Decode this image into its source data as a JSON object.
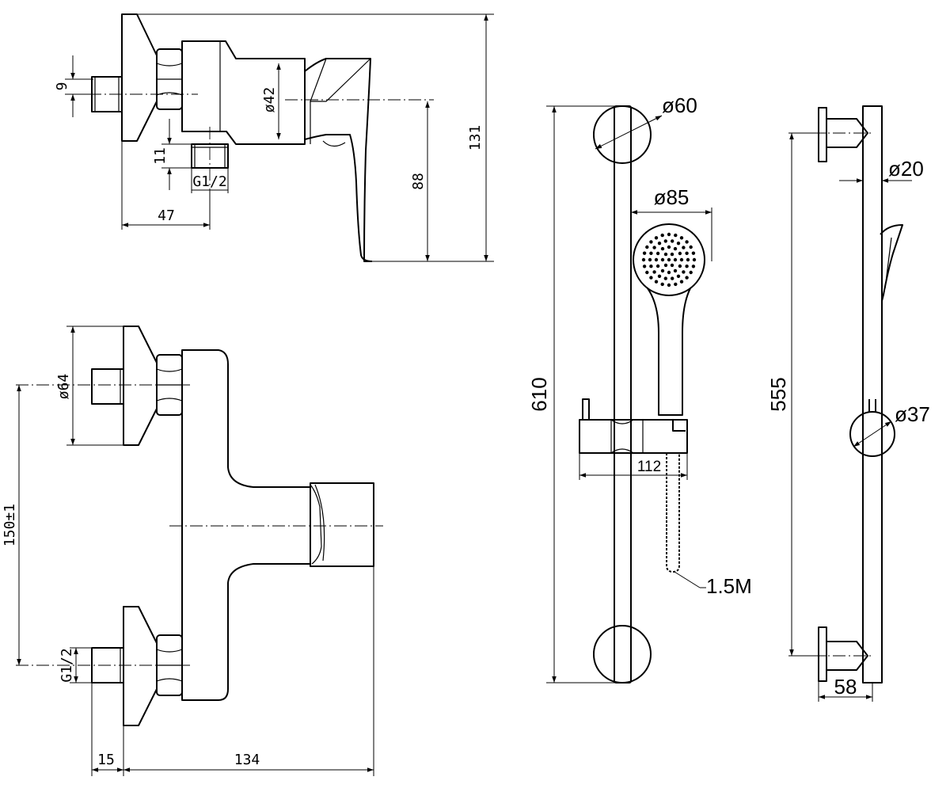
{
  "mixer_side_view": {
    "dim_nut": "9",
    "dim_body_diameter": "ø42",
    "dim_spout_height": "11",
    "dim_spout_thread": "G1/2",
    "dim_inlet_to_spout": "47",
    "dim_handle_drop": "88",
    "dim_total_height": "131"
  },
  "mixer_front_view": {
    "dim_flange_diameter": "ø64",
    "dim_center_distance": "150±1",
    "dim_inlet_thread": "G1/2",
    "dim_flange_depth": "15",
    "dim_projection": "134"
  },
  "slide_rail_front": {
    "dim_length": "610",
    "dim_bracket_diameter": "ø60",
    "dim_hand_shower_diameter": "ø85",
    "dim_holder_width": "112",
    "hose_length": "1.5M"
  },
  "slide_rail_side": {
    "dim_rail_diameter": "ø20",
    "dim_holder_diameter": "ø37",
    "dim_mount_spacing": "555",
    "dim_wall_offset": "58"
  }
}
